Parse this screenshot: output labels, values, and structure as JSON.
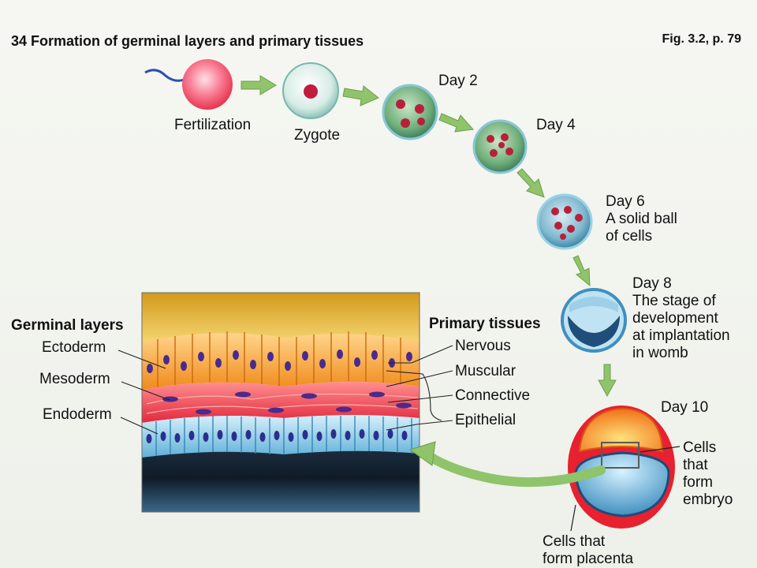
{
  "header": {
    "title": "34 Formation of germinal layers and primary tissues",
    "figure_ref": "Fig. 3.2, p. 79"
  },
  "stages": {
    "fertilization": "Fertilization",
    "zygote": "Zygote",
    "day2": "Day 2",
    "day4": "Day 4",
    "day6": [
      "Day 6",
      "A solid ball",
      "of cells"
    ],
    "day8": [
      "Day 8",
      "The stage of",
      "development",
      "at implantation",
      "in womb"
    ],
    "day10": "Day 10"
  },
  "day10_labels": {
    "embryo": [
      "Cells",
      "that",
      "form",
      "embryo"
    ],
    "placenta": [
      "Cells that",
      "form placenta"
    ]
  },
  "germinal_layers": {
    "title": "Germinal layers",
    "items": [
      "Ectoderm",
      "Mesoderm",
      "Endoderm"
    ]
  },
  "primary_tissues": {
    "title": "Primary tissues",
    "items": [
      "Nervous",
      "Muscular",
      "Connective",
      "Epithelial"
    ]
  },
  "colors": {
    "arrow": "#8fc46a",
    "ectoderm": "#f59a2a",
    "mesoderm": "#e8384b",
    "endoderm": "#6fb9dc",
    "nucleus": "#4a2a8c"
  }
}
